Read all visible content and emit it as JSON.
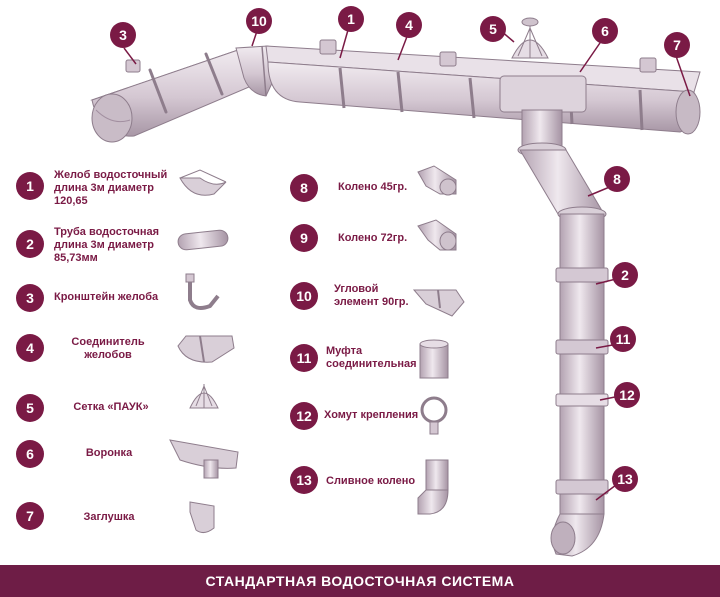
{
  "colors": {
    "accent": "#7a1a45",
    "footer_bg": "#6e1d46",
    "part_fill": "#d9cfd8",
    "part_stroke": "#8e7d8c"
  },
  "diagram_callouts": [
    "3",
    "10",
    "1",
    "4",
    "5",
    "6",
    "7",
    "8",
    "2",
    "11",
    "12",
    "13"
  ],
  "parts": [
    {
      "num": "1",
      "label": "Желоб водосточный длина 3м диаметр 120,65"
    },
    {
      "num": "2",
      "label": "Труба водосточная длина 3м диаметр 85,73мм"
    },
    {
      "num": "3",
      "label": "Кронштейн желоба"
    },
    {
      "num": "4",
      "label": "Соединитель желобов"
    },
    {
      "num": "5",
      "label": "Сетка «ПАУК»"
    },
    {
      "num": "6",
      "label": "Воронка"
    },
    {
      "num": "7",
      "label": "Заглушка"
    },
    {
      "num": "8",
      "label": "Колено 45гр."
    },
    {
      "num": "9",
      "label": "Колено 72гр."
    },
    {
      "num": "10",
      "label": "Угловой элемент 90гр."
    },
    {
      "num": "11",
      "label": "Муфта соединительная"
    },
    {
      "num": "12",
      "label": "Хомут крепления"
    },
    {
      "num": "13",
      "label": "Сливное колено"
    }
  ],
  "footer": {
    "title": "СТАНДАРТНАЯ ВОДОСТОЧНАЯ СИСТЕМА"
  }
}
